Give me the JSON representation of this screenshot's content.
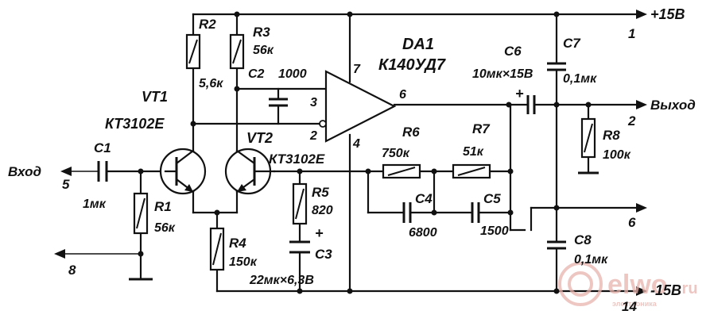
{
  "labels": {
    "r1": "R1",
    "r1_val": "56к",
    "r2": "R2",
    "r2_val": "5,6к",
    "r3": "R3",
    "r3_val": "56к",
    "r4": "R4",
    "r4_val": "150к",
    "r5": "R5",
    "r5_val": "820",
    "r6": "R6",
    "r6_val": "750к",
    "r7": "R7",
    "r7_val": "51к",
    "r8": "R8",
    "r8_val": "100к",
    "c1": "C1",
    "c1_val": "1мк",
    "c2": "C2",
    "c2_val": "1000",
    "c3": "C3",
    "c3_val": "22мк×6,3В",
    "c4": "C4",
    "c4_val": "6800",
    "c5": "C5",
    "c5_val": "1500",
    "c6": "C6",
    "c6_val": "10мк×15В",
    "c7": "C7",
    "c7_val": "0,1мк",
    "c8": "C8",
    "c8_val": "0,1мк",
    "vt1": "VT1",
    "vt1_type": "КТ3102Е",
    "vt2": "VT2",
    "vt2_type": "КТ3102Е",
    "da1": "DA1",
    "da1_type": "К140УД7",
    "pin2": "2",
    "pin3": "3",
    "pin4": "4",
    "pin6": "6",
    "pin7": "7",
    "supply_pos": "+15В",
    "supply_pos_pin": "1",
    "supply_neg": "-15В",
    "supply_neg_pin": "14",
    "input": "Вход",
    "input_pin": "5",
    "output": "Выход",
    "output_pin": "2",
    "pin6_out": "6",
    "pin8_out": "8",
    "plus_c3": "+",
    "plus_c6": "+"
  },
  "watermark": {
    "brand": "elwo",
    "suffix": ".ru",
    "tagline": "электроника",
    "color": "#e8b4ae"
  }
}
